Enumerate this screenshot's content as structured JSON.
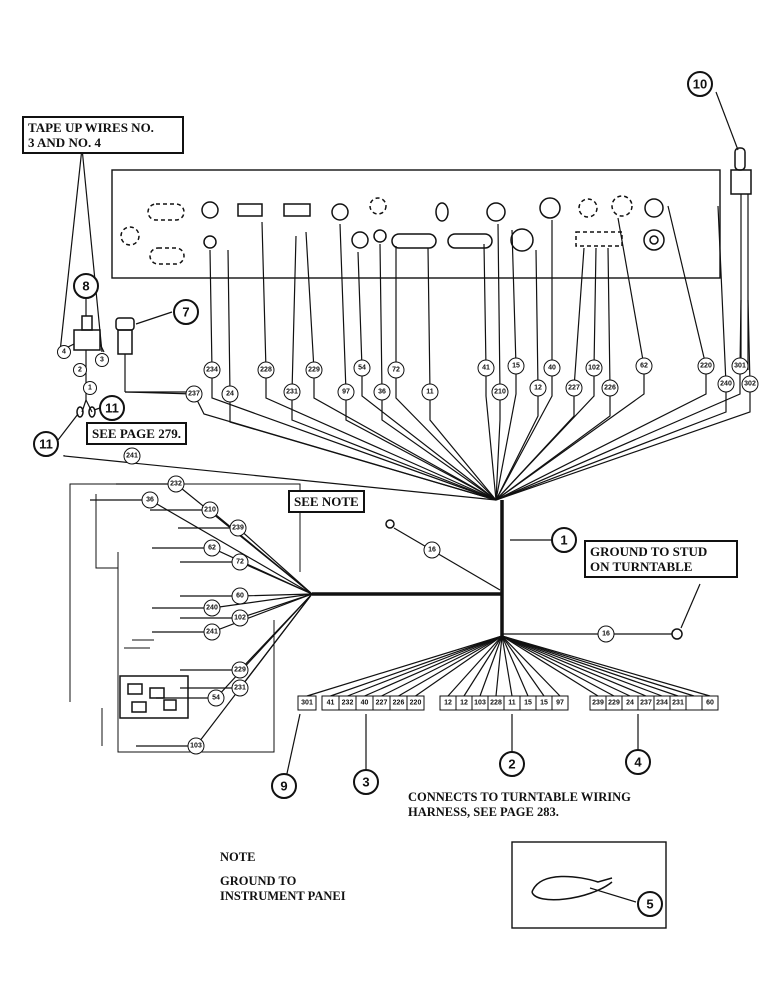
{
  "labels": {
    "tape_note_line1": "TAPE UP WIRES NO.",
    "tape_note_line2": "3 AND NO. 4",
    "see_page_279": "SEE PAGE 279.",
    "see_note": "SEE NOTE",
    "ground_stud_line1": "GROUND TO STUD",
    "ground_stud_line2": "ON TURNTABLE",
    "connects_line1": "CONNECTS TO TURNTABLE WIRING",
    "connects_line2": "HARNESS,  SEE PAGE 283.",
    "note_heading": "NOTE",
    "note_line1": "GROUND TO",
    "note_line2": "INSTRUMENT PANEI"
  },
  "callouts": [
    "1",
    "2",
    "3",
    "4",
    "5",
    "7",
    "8",
    "9",
    "10",
    "11",
    "11"
  ],
  "upper_wire_tags": [
    "234",
    "24",
    "228",
    "231",
    "229",
    "97",
    "54",
    "36",
    "72",
    "11",
    "41",
    "210",
    "15",
    "12",
    "40",
    "227",
    "102",
    "226",
    "62",
    "220",
    "240",
    "301",
    "302",
    "237",
    "241"
  ],
  "left_wire_tags": [
    "232",
    "36",
    "210",
    "239",
    "62",
    "72",
    "60",
    "240",
    "102",
    "241",
    "229",
    "231",
    "54",
    "103"
  ],
  "connector_tags": [
    "4",
    "2",
    "3",
    "1"
  ],
  "ground_wire_tags": [
    "16",
    "16"
  ],
  "terminal_groups": {
    "group_9": [
      "301"
    ],
    "group_3": [
      "41",
      "232",
      "40",
      "227",
      "226",
      "220"
    ],
    "group_2": [
      "12",
      "12",
      "103",
      "228",
      "11",
      "15",
      "15",
      "97"
    ],
    "group_4": [
      "239",
      "229",
      "24",
      "237",
      "234",
      "231",
      "",
      "60"
    ]
  }
}
